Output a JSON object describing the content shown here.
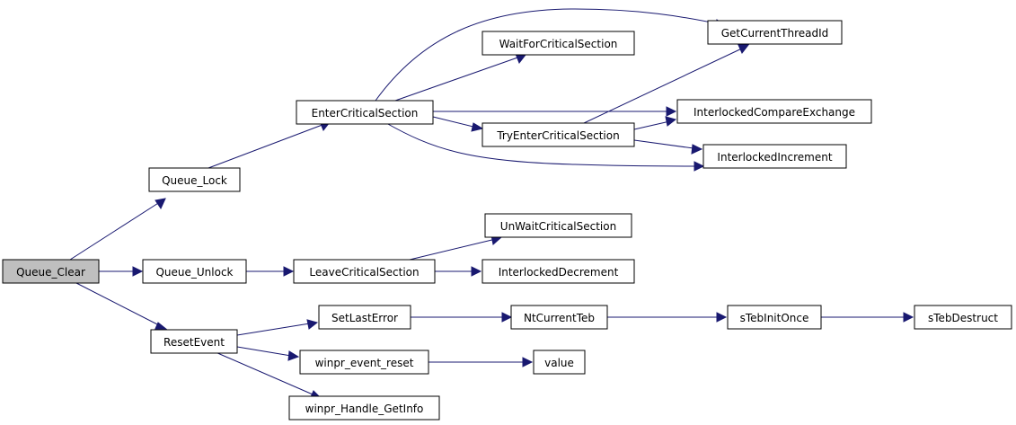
{
  "diagram": {
    "type": "call-graph",
    "root": "queue-clear",
    "colors": {
      "edge": "#191970",
      "node_border": "#000000",
      "root_fill": "#bfbfbf",
      "node_fill": "#ffffff"
    },
    "nodes": {
      "queue-clear": "Queue_Clear",
      "queue-lock": "Queue_Lock",
      "queue-unlock": "Queue_Unlock",
      "reset-event": "ResetEvent",
      "enter-critical-section": "EnterCriticalSection",
      "leave-critical-section": "LeaveCriticalSection",
      "wait-for-critical-section": "WaitForCriticalSection",
      "get-current-thread-id": "GetCurrentThreadId",
      "try-enter-critical-section": "TryEnterCriticalSection",
      "interlocked-compare-exchange": "InterlockedCompareExchange",
      "interlocked-increment": "InterlockedIncrement",
      "un-wait-critical-section": "UnWaitCriticalSection",
      "interlocked-decrement": "InterlockedDecrement",
      "set-last-error": "SetLastError",
      "nt-current-teb": "NtCurrentTeb",
      "s-teb-init-once": "sTebInitOnce",
      "s-teb-destruct": "sTebDestruct",
      "winpr-event-reset": "winpr_event_reset",
      "value": "value",
      "winpr-handle-get-info": "winpr_Handle_GetInfo"
    },
    "edges": [
      [
        "queue-clear",
        "queue-lock"
      ],
      [
        "queue-clear",
        "queue-unlock"
      ],
      [
        "queue-clear",
        "reset-event"
      ],
      [
        "queue-lock",
        "enter-critical-section"
      ],
      [
        "enter-critical-section",
        "get-current-thread-id"
      ],
      [
        "enter-critical-section",
        "wait-for-critical-section"
      ],
      [
        "enter-critical-section",
        "interlocked-compare-exchange"
      ],
      [
        "enter-critical-section",
        "try-enter-critical-section"
      ],
      [
        "enter-critical-section",
        "interlocked-increment"
      ],
      [
        "try-enter-critical-section",
        "get-current-thread-id"
      ],
      [
        "try-enter-critical-section",
        "interlocked-compare-exchange"
      ],
      [
        "try-enter-critical-section",
        "interlocked-increment"
      ],
      [
        "queue-unlock",
        "leave-critical-section"
      ],
      [
        "leave-critical-section",
        "un-wait-critical-section"
      ],
      [
        "leave-critical-section",
        "interlocked-decrement"
      ],
      [
        "reset-event",
        "set-last-error"
      ],
      [
        "reset-event",
        "winpr-event-reset"
      ],
      [
        "reset-event",
        "winpr-handle-get-info"
      ],
      [
        "set-last-error",
        "nt-current-teb"
      ],
      [
        "nt-current-teb",
        "s-teb-init-once"
      ],
      [
        "s-teb-init-once",
        "s-teb-destruct"
      ],
      [
        "winpr-event-reset",
        "value"
      ]
    ]
  }
}
